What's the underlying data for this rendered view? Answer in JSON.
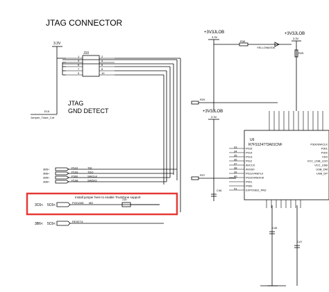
{
  "title": "JTAG CONNECTOR",
  "detect": {
    "line1": "JTAG",
    "line2": "GND DETECT"
  },
  "j10_ref": "J10",
  "power": {
    "left": "3.3V",
    "center": "+3V3JLOB",
    "center_sub": "3.3V",
    "right": "+3V3JLOB",
    "right_sub": "3.3V",
    "mid": "+3V3JLOB",
    "mid_sub": "3.3V"
  },
  "led": {
    "ref": "R36",
    "label": "YELLOW",
    "name": "LED6",
    "res": "R25"
  },
  "jumper_trace": {
    "ref": "E15",
    "label": "Jumper_Trace_Cut"
  },
  "left_signals": [
    {
      "ref": "3B5<",
      "pin": "P110",
      "net": "TDI"
    },
    {
      "ref": "3B6<",
      "pin": "P109",
      "net": "TDO"
    },
    {
      "ref": "2B5<",
      "pin": "P300",
      "net": "SWCLK"
    },
    {
      "ref": "2B6<",
      "pin": "P108",
      "net": "SWDIO"
    }
  ],
  "jumper_box": {
    "note": "Install jumper here to enable TrustZone support",
    "ref_left": "3C6<",
    "ref_right": "5C6<",
    "pin": "P201/MD",
    "net": "MD",
    "jumper": "J15"
  },
  "reset": {
    "ref_left": "3B6<",
    "ref_right": "5C6<",
    "net": "RESET#"
  },
  "resistors": {
    "r29": "R29",
    "r37": "R37",
    "c46": "C46",
    "c45": "C45",
    "c47": "C47"
  },
  "chip": {
    "ref": "U6",
    "part": "R7FS124773A01CNF",
    "left_pins": [
      {
        "num": "33",
        "name": "P015"
      },
      {
        "num": "34",
        "name": "P014"
      },
      {
        "num": "35",
        "name": "P013"
      },
      {
        "num": "36",
        "name": "P012"
      },
      {
        "num": "37",
        "name": "AVCC0"
      },
      {
        "num": "38",
        "name": "AVSS0"
      },
      {
        "num": "39",
        "name": "P011/VREFL0"
      },
      {
        "num": "40",
        "name": "P010/VREFH0"
      },
      {
        "num": "",
        "name": "P001"
      },
      {
        "num": "",
        "name": "P000"
      },
      {
        "num": "41",
        "name": "EXPOSED_PAD"
      }
    ],
    "right_pins": [
      {
        "name": "P300/SWCLK"
      },
      {
        "name": "P301"
      },
      {
        "name": "P302"
      },
      {
        "name": "VSS"
      },
      {
        "name": "VCC_USB_LDO"
      },
      {
        "name": "VCC_USB"
      },
      {
        "name": "USB_DM"
      },
      {
        "name": "USB_DP"
      }
    ]
  }
}
